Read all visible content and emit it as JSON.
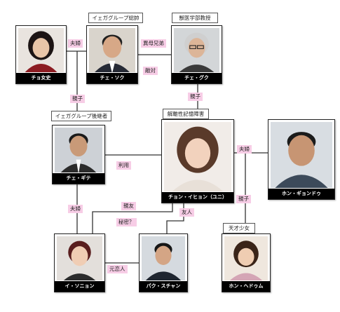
{
  "people": {
    "cho": {
      "name": "チョ女史"
    },
    "seok": {
      "name": "チェ・ソク",
      "role": "イェガグループ総帥"
    },
    "guk": {
      "name": "チェ・グク",
      "role": "獣医学部教授"
    },
    "gitae": {
      "name": "チェ・ギテ",
      "role": "イェガグループ後継者"
    },
    "ihyeon": {
      "name": "チョン・イヒョン（ユニ）",
      "role": "解離性記憶障害"
    },
    "gyeongdu": {
      "name": "ホン・ギョンドゥ"
    },
    "hyesoo": {
      "name": "ホン・ヘドゥム",
      "role": "天才少女"
    },
    "soyeon": {
      "name": "イ・ソニョン"
    },
    "suchan": {
      "name": "パク・スチャン"
    }
  },
  "relations": {
    "cho_seok": "夫婦",
    "seok_guk_sibling": "異母兄弟",
    "seok_guk_enemy": "敵対",
    "cho_gitae": "親子",
    "guk_ihyeon": "親子",
    "gitae_ihyeon": "利用",
    "ihyeon_gyeongdu": "夫婦",
    "gyeongdu_hyesoo": "親子",
    "gitae_soyeon": "夫婦",
    "soyeon_ihyeon_friend": "親友",
    "soyeon_ihyeon_secret": "秘密？",
    "suchan_ihyeon": "友人",
    "soyeon_suchan": "元恋人"
  }
}
